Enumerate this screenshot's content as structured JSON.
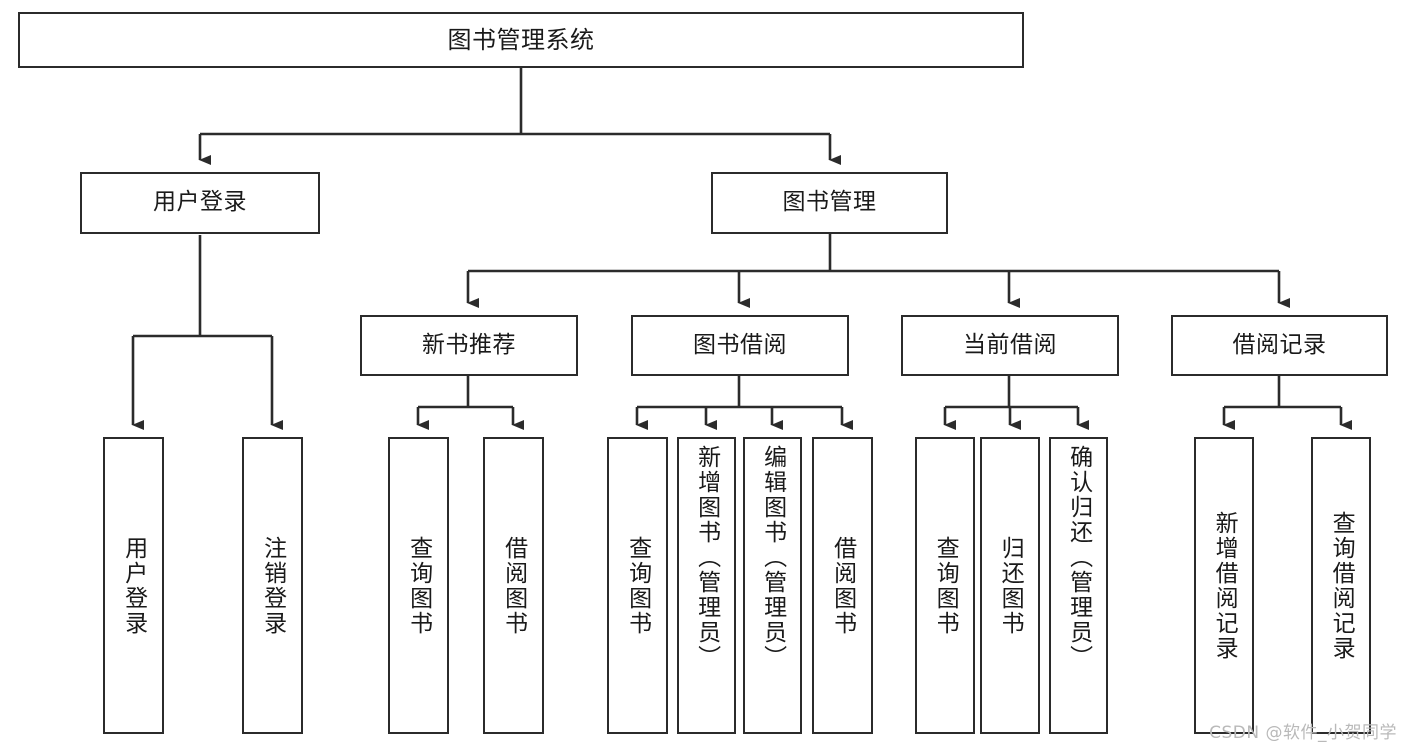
{
  "diagram": {
    "title": "图书管理系统",
    "type": "tree-hierarchy",
    "watermark": "CSDN @软件_小贺同学",
    "colors": {
      "box_border": "#2b2b2b",
      "box_fill": "#ffffff",
      "edge": "#2b2b2b",
      "text": "#1a1a1a",
      "watermark": "#b9b9b9",
      "canvas": "#ffffff"
    },
    "nodes": {
      "root": {
        "label": "图书管理系统",
        "orientation": "horizontal"
      },
      "level2": [
        {
          "id": "user-login",
          "label": "用户登录",
          "orientation": "horizontal"
        },
        {
          "id": "book-manage",
          "label": "图书管理",
          "orientation": "horizontal"
        }
      ],
      "level3": [
        {
          "id": "new-book-recommend",
          "label": "新书推荐",
          "orientation": "horizontal"
        },
        {
          "id": "book-borrow",
          "label": "图书借阅",
          "orientation": "horizontal"
        },
        {
          "id": "current-borrow",
          "label": "当前借阅",
          "orientation": "horizontal"
        },
        {
          "id": "borrow-record",
          "label": "借阅记录",
          "orientation": "horizontal"
        }
      ],
      "leaves": [
        {
          "id": "leaf-user-login",
          "label": "用户登录",
          "parent": "user-login",
          "orientation": "vertical",
          "align": "center"
        },
        {
          "id": "leaf-logout",
          "label": "注销登录",
          "parent": "user-login",
          "orientation": "vertical",
          "align": "center"
        },
        {
          "id": "leaf-query-book-1",
          "label": "查询图书",
          "parent": "new-book-recommend",
          "orientation": "vertical",
          "align": "center"
        },
        {
          "id": "leaf-borrow-book-1",
          "label": "借阅图书",
          "parent": "new-book-recommend",
          "orientation": "vertical",
          "align": "center"
        },
        {
          "id": "leaf-query-book-2",
          "label": "查询图书",
          "parent": "book-borrow",
          "orientation": "vertical",
          "align": "center"
        },
        {
          "id": "leaf-add-book",
          "label": "新增图书（管理员）",
          "parent": "book-borrow",
          "orientation": "vertical",
          "align": "top"
        },
        {
          "id": "leaf-edit-book",
          "label": "编辑图书（管理员）",
          "parent": "book-borrow",
          "orientation": "vertical",
          "align": "top"
        },
        {
          "id": "leaf-borrow-book-2",
          "label": "借阅图书",
          "parent": "book-borrow",
          "orientation": "vertical",
          "align": "center"
        },
        {
          "id": "leaf-query-book-3",
          "label": "查询图书",
          "parent": "current-borrow",
          "orientation": "vertical",
          "align": "center"
        },
        {
          "id": "leaf-return-book",
          "label": "归还图书",
          "parent": "current-borrow",
          "orientation": "vertical",
          "align": "center"
        },
        {
          "id": "leaf-confirm-return",
          "label": "确认归还（管理员）",
          "parent": "current-borrow",
          "orientation": "vertical",
          "align": "top"
        },
        {
          "id": "leaf-add-record",
          "label": "新增借阅记录",
          "parent": "borrow-record",
          "orientation": "vertical",
          "align": "center"
        },
        {
          "id": "leaf-query-record",
          "label": "查询借阅记录",
          "parent": "borrow-record",
          "orientation": "vertical",
          "align": "center"
        }
      ]
    }
  }
}
